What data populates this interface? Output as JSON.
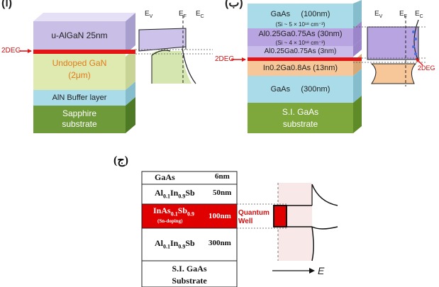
{
  "panel_a": {
    "label": "(أ)",
    "layers": {
      "algan": "u-AlGaN 25nm",
      "gan_1": "Undoped GaN",
      "gan_2": "(2μm)",
      "aln": "AlN Buffer layer",
      "sapphire_1": "Sapphire",
      "sapphire_2": "substrate"
    },
    "deg_label": "2DEG",
    "band_labels": {
      "ev": "E",
      "ev_sub": "V",
      "ef": "E",
      "ef_sub": "F",
      "ec": "E",
      "ec_sub": "C"
    }
  },
  "panel_b": {
    "label": "(ب)",
    "layers": {
      "gaas_top": "GaAs",
      "gaas_top_thk": "(100nm)",
      "doping_1": "(Si ~ 5 × 10¹⁸ cm⁻³)",
      "algaas_30": "Al0.25Ga0.75As (30nm)",
      "doping_2": "(Si ~ 4 × 10¹⁸ cm⁻³)",
      "algaas_3": "Al0.25Ga0.75As (3nm)",
      "ingaas": "In0.2Ga0.8As (13nm)",
      "gaas_300": "GaAs",
      "gaas_300_thk": "(300nm)",
      "si_1": "S.I. GaAs",
      "si_2": "substrate"
    },
    "deg_left": "2DEG",
    "deg_right": "2DEG",
    "band_labels": {
      "ev": "E",
      "ev_sub": "V",
      "ef": "E",
      "ef_sub": "F",
      "ec": "E",
      "ec_sub": "C"
    }
  },
  "panel_c": {
    "label": "(ج)",
    "layers": {
      "gaas": "GaAs",
      "gaas_thk": "6nm",
      "alinsb_top": "Al0.1In0.9Sb",
      "alinsb_top_thk": "50nm",
      "inassb": "InAs0.1Sb0.9",
      "inassb_doping": "(Sn-doping)",
      "inassb_thk": "100nm",
      "alinsb_bottom": "Al0.1In0.9Sb",
      "alinsb_bottom_thk": "300nm",
      "si_1": "S.I. GaAs",
      "si_2": "Substrate"
    },
    "qw_1": "Quantum",
    "qw_2": "Well",
    "energy_axis": "E"
  },
  "colors": {
    "algan": "#c9bfe6",
    "gan": "#dfeab0",
    "aln": "#a9dbe8",
    "sapphire": "#6f9a3a",
    "channel": "#e31515",
    "gaas": "#a9dbe8",
    "algaas": "#b7a4e0",
    "ingaas": "#f7c79a",
    "si_gaas": "#7fa83c",
    "qw": "#e00000"
  }
}
